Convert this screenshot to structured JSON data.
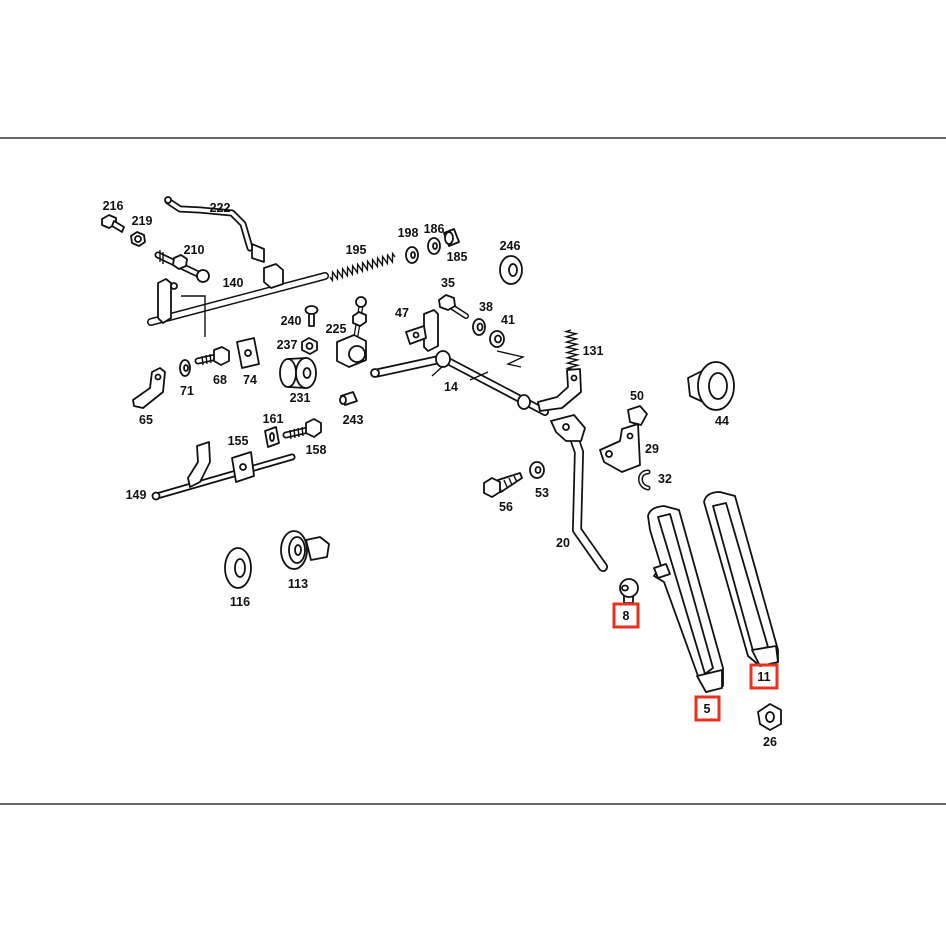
{
  "diagram": {
    "highlight_color": "#e8321e",
    "parts": [
      {
        "label": "216"
      },
      {
        "label": "219"
      },
      {
        "label": "222"
      },
      {
        "label": "210"
      },
      {
        "label": "140"
      },
      {
        "label": "195"
      },
      {
        "label": "198"
      },
      {
        "label": "186"
      },
      {
        "label": "185"
      },
      {
        "label": "246"
      },
      {
        "label": "35"
      },
      {
        "label": "38"
      },
      {
        "label": "41"
      },
      {
        "label": "47"
      },
      {
        "label": "240"
      },
      {
        "label": "225"
      },
      {
        "label": "237"
      },
      {
        "label": "131"
      },
      {
        "label": "68"
      },
      {
        "label": "74"
      },
      {
        "label": "71"
      },
      {
        "label": "231"
      },
      {
        "label": "14"
      },
      {
        "label": "65"
      },
      {
        "label": "243"
      },
      {
        "label": "50"
      },
      {
        "label": "44"
      },
      {
        "label": "161"
      },
      {
        "label": "155"
      },
      {
        "label": "158"
      },
      {
        "label": "29"
      },
      {
        "label": "32"
      },
      {
        "label": "149"
      },
      {
        "label": "56"
      },
      {
        "label": "53"
      },
      {
        "label": "20"
      },
      {
        "label": "113"
      },
      {
        "label": "116"
      },
      {
        "label": "8",
        "highlighted": true
      },
      {
        "label": "11",
        "highlighted": true
      },
      {
        "label": "5",
        "highlighted": true
      },
      {
        "label": "26"
      }
    ]
  }
}
